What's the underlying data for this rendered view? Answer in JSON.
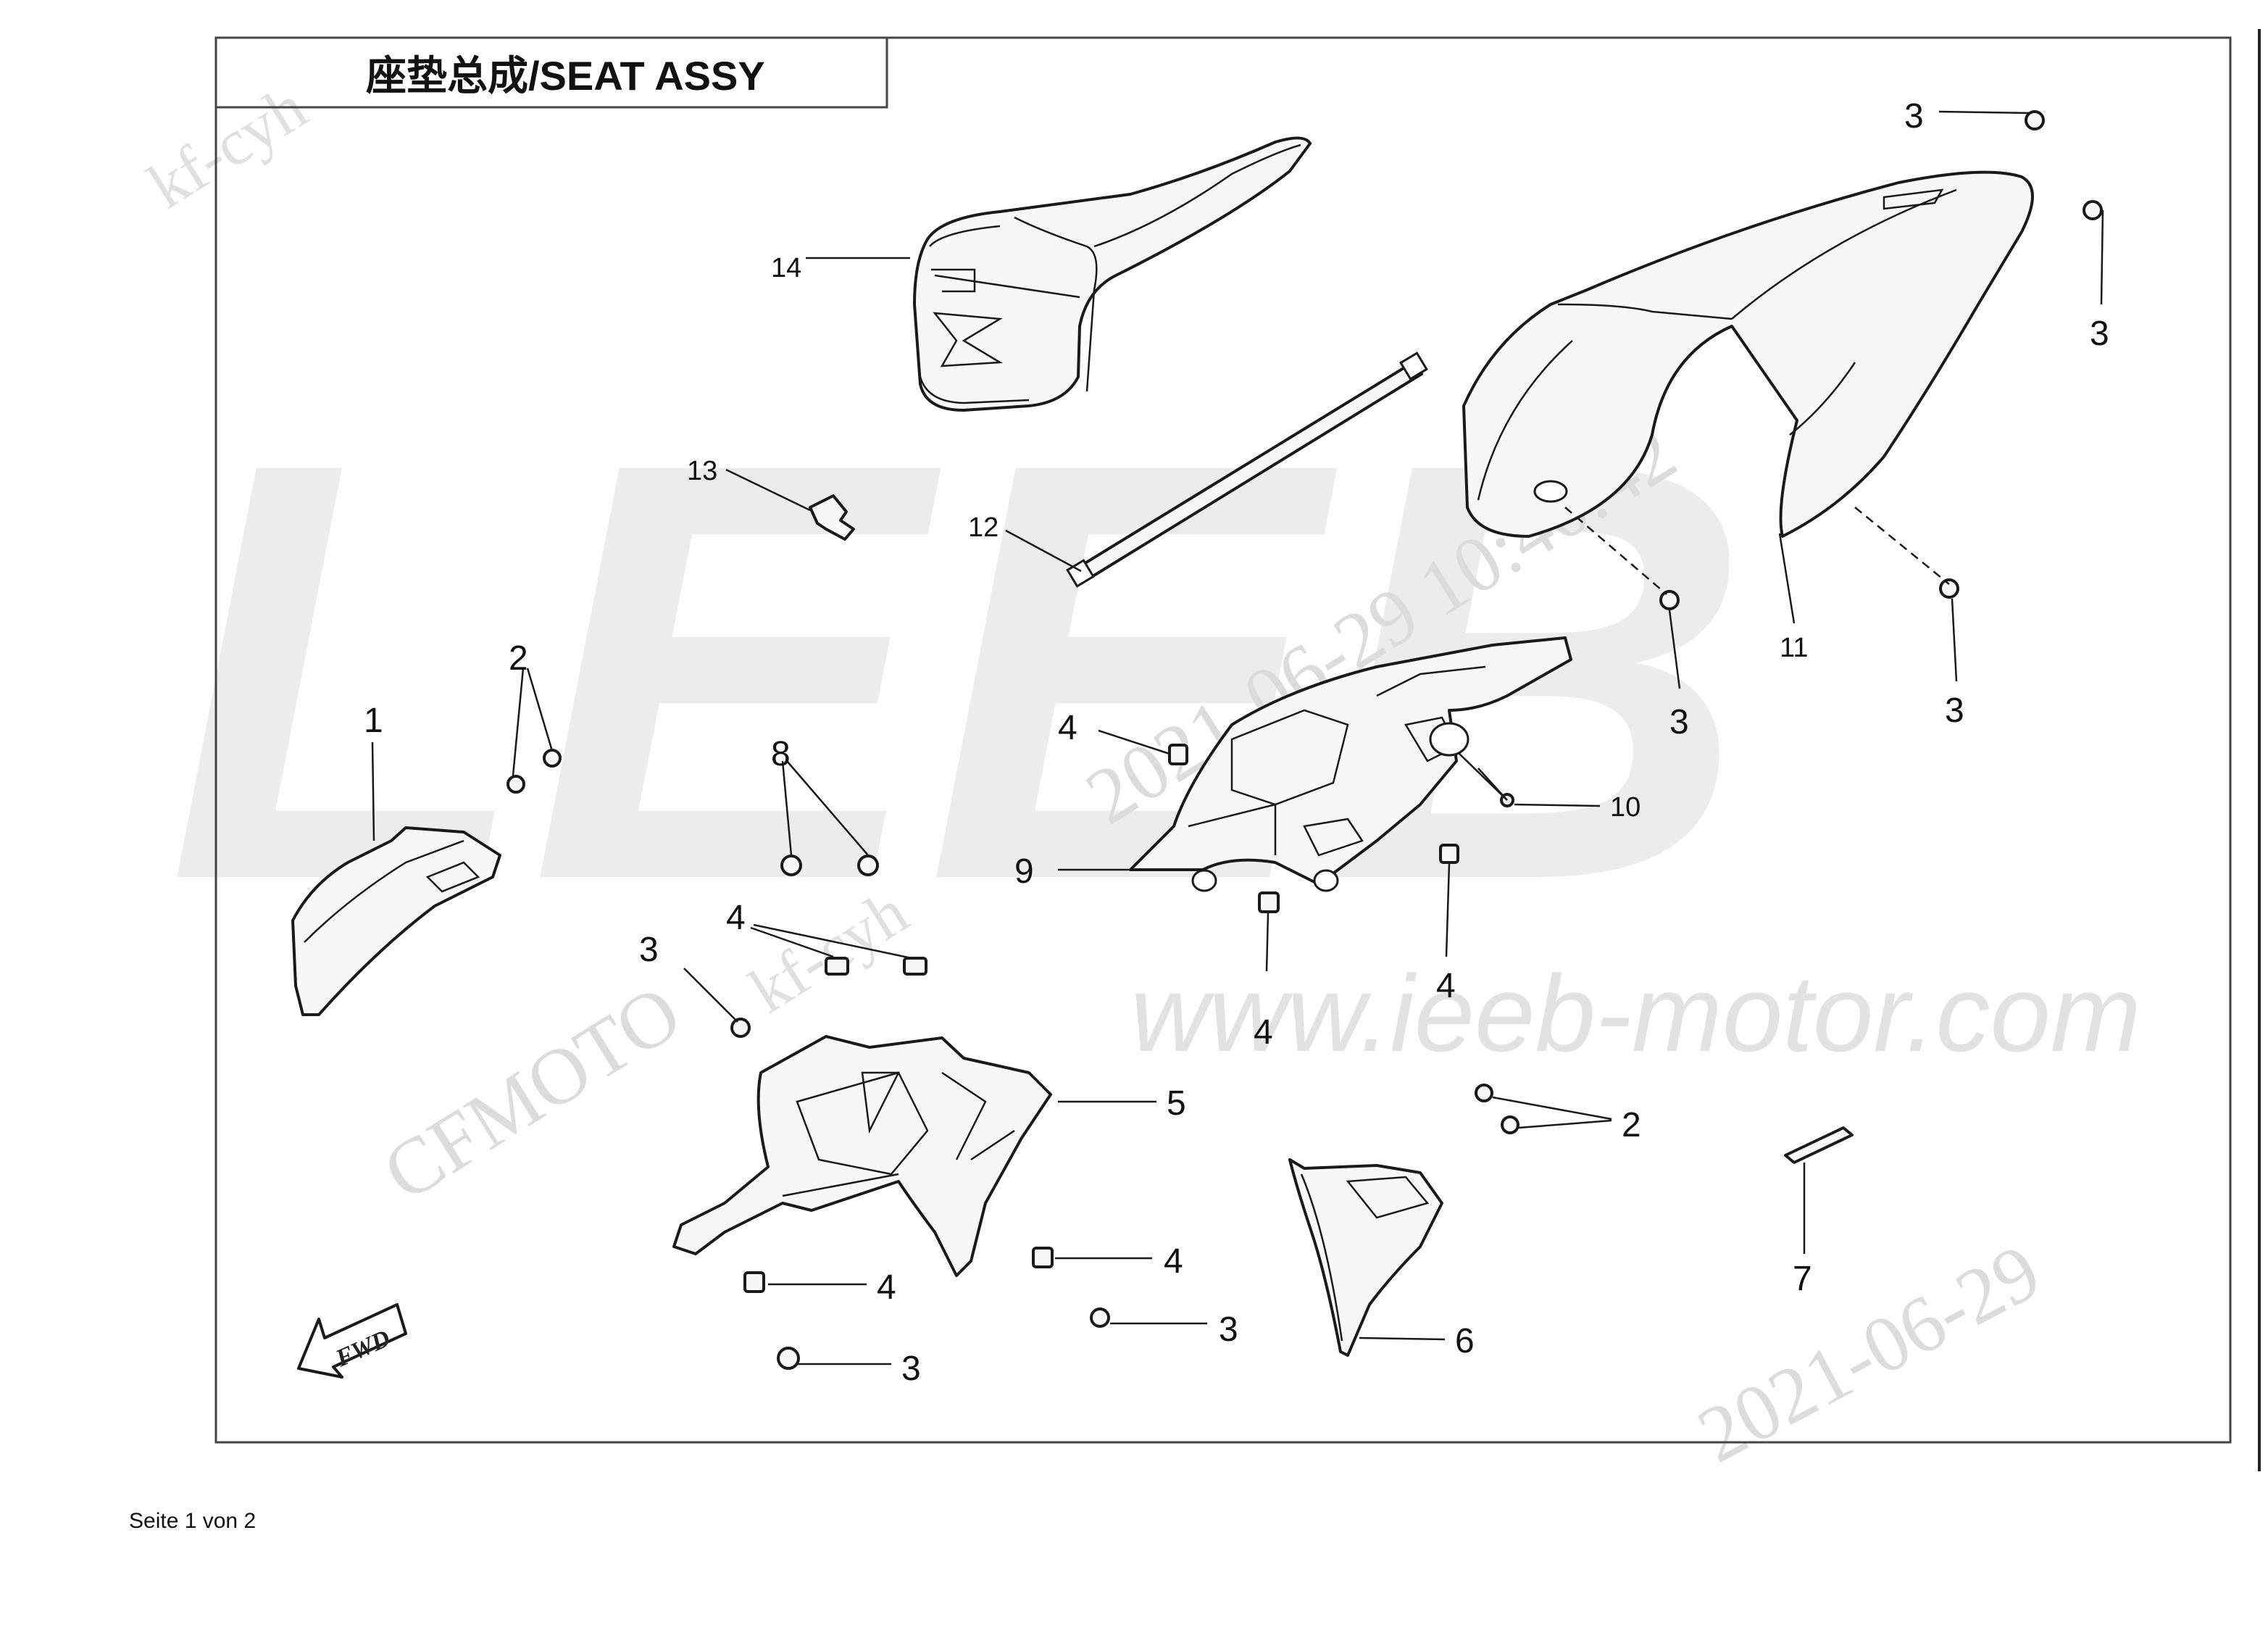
{
  "title": "座垫总成/SEAT ASSY",
  "footer": "Seite 1 von 2",
  "watermarks": {
    "brand": "LEEB",
    "url": "www.ieeb-motor.com",
    "user_1": "kf-cyh",
    "user_2": "kf-cyh",
    "maker": "CFMOTO",
    "timestamp": "2021-06-29 10:40:42",
    "date": "2021-06-29"
  },
  "direction_arrow": "FWD",
  "callouts": {
    "c1": "1",
    "c2a": "2",
    "c2b": "2",
    "c3a": "3",
    "c3b": "3",
    "c3c": "3",
    "c3d": "3",
    "c3e": "3",
    "c3f": "3",
    "c3g": "3",
    "c4a": "4",
    "c4b": "4",
    "c4c": "4",
    "c4d": "4",
    "c4e": "4",
    "c4f": "4",
    "c5": "5",
    "c6": "6",
    "c7": "7",
    "c8": "8",
    "c9": "9",
    "c10": "10",
    "c11": "11",
    "c12": "12",
    "c13": "13",
    "c14": "14"
  }
}
